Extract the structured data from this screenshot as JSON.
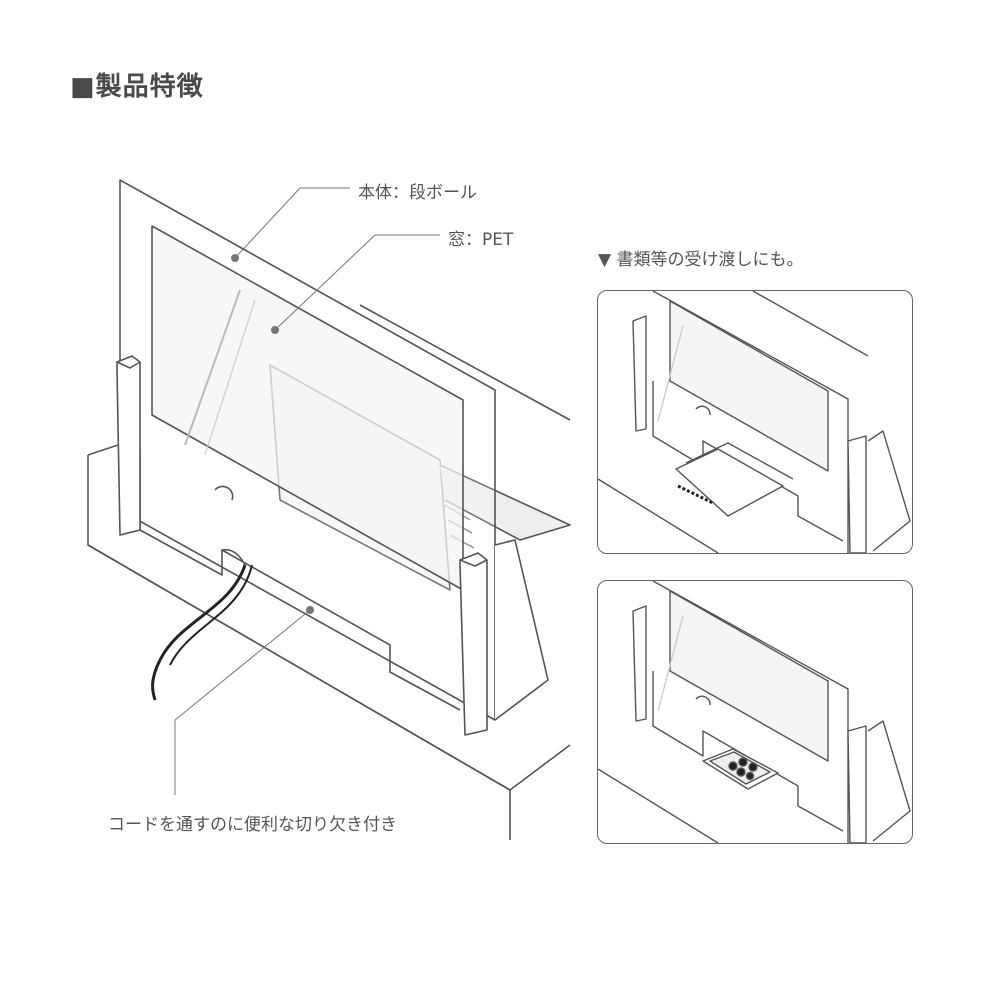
{
  "heading": "■製品特徴",
  "callouts": {
    "body": "本体：段ボール",
    "window": "窓：PET",
    "cord_cutout": "コードを通すのに便利な切り欠き付き"
  },
  "side_heading": "▼ 書類等の受け渡しにも。",
  "panels": [
    {
      "depicts": "documents"
    },
    {
      "depicts": "payment-tray"
    }
  ]
}
